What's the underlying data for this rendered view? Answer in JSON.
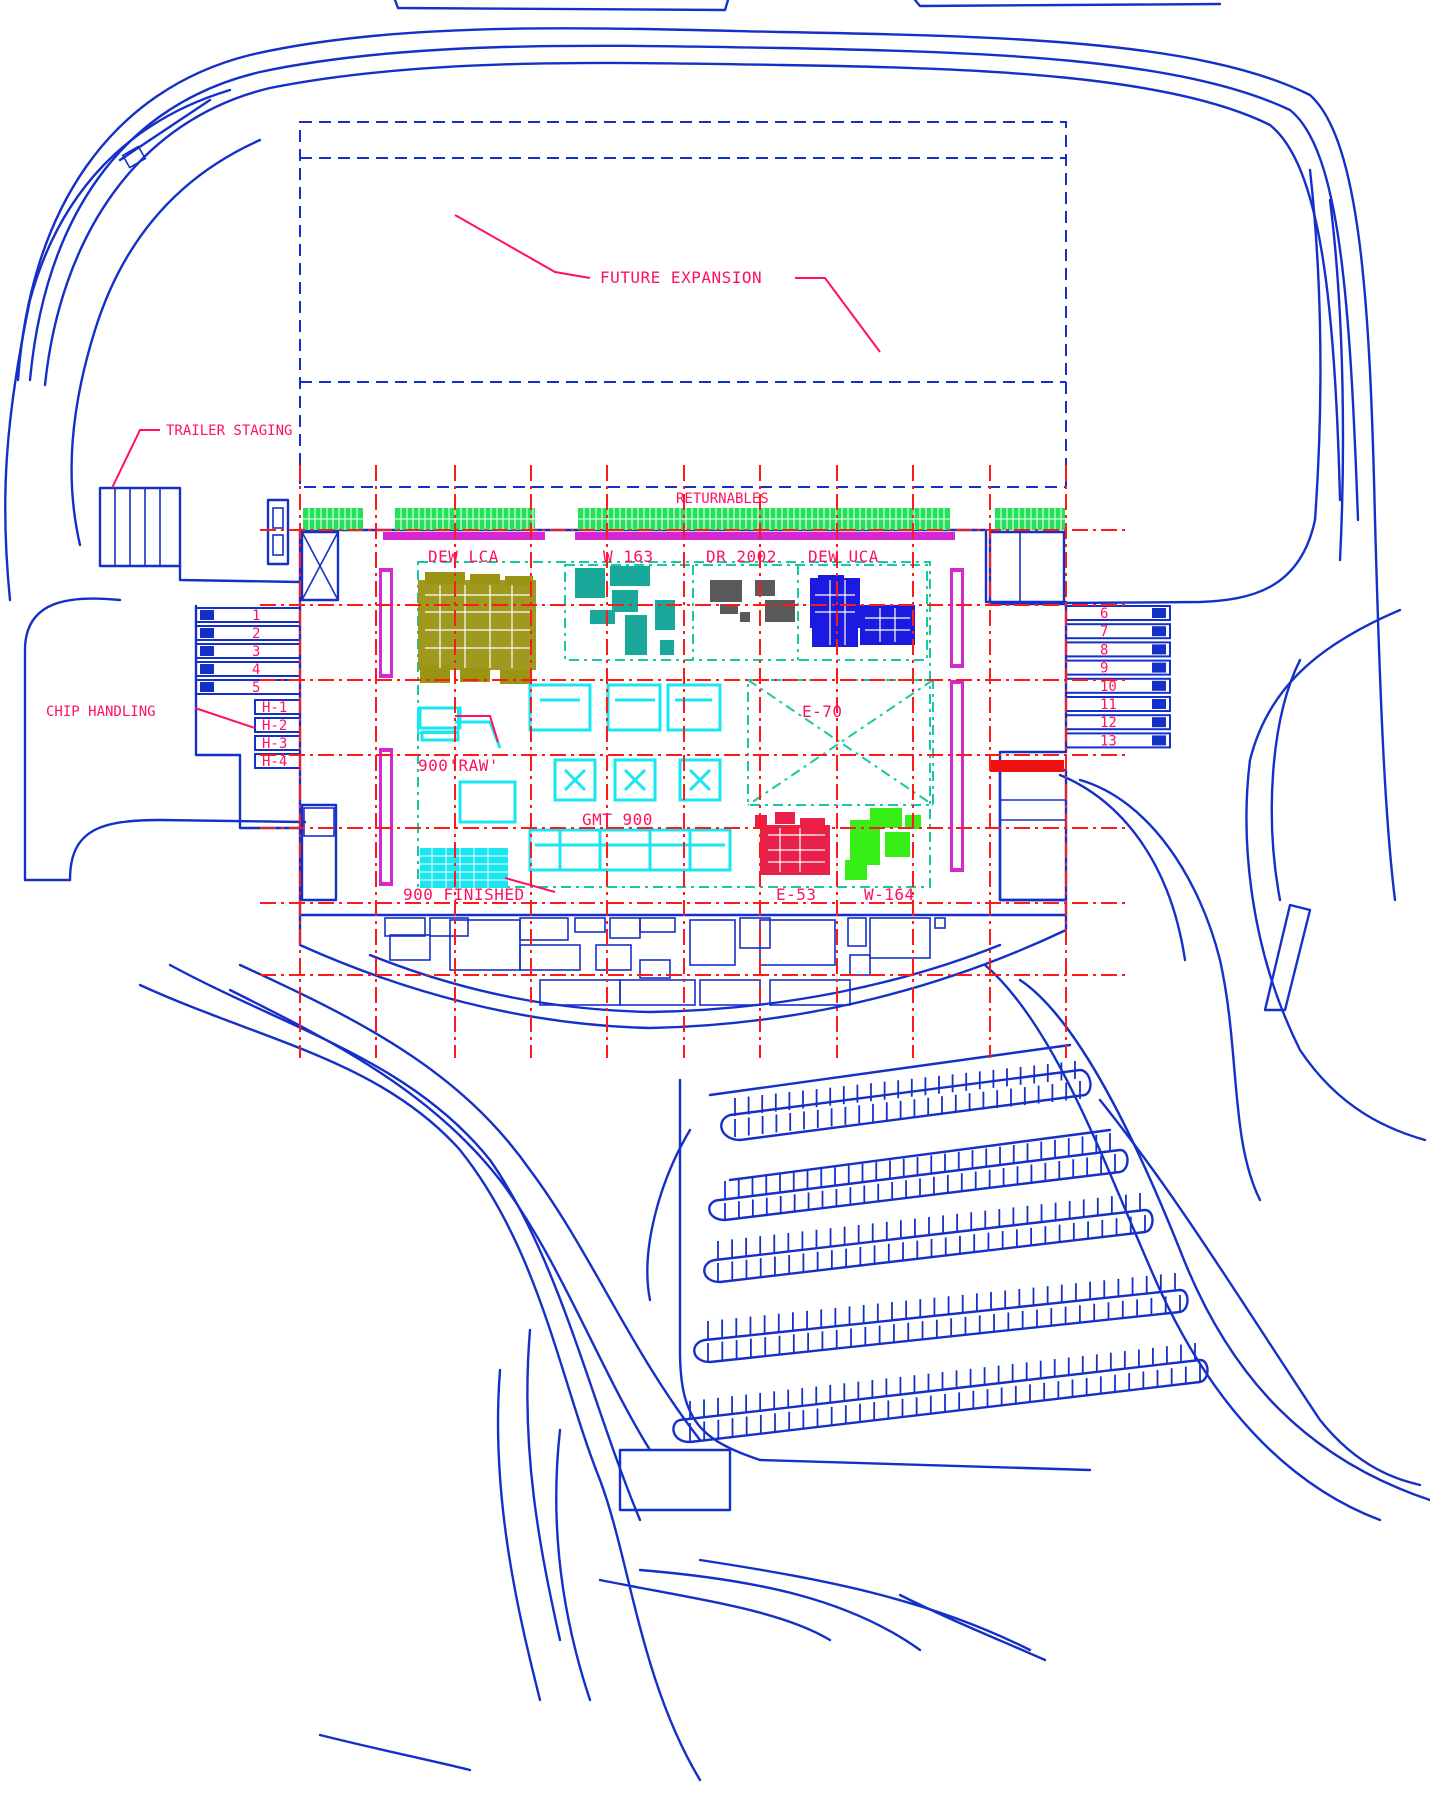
{
  "colors": {
    "site_lines": "#1530c8",
    "grid_lines": "#ff1a1a",
    "labels": "#ff1060",
    "dept_boundary": "#19c9a3",
    "returnables_racks": "#23e25a",
    "racking": "#d22ad0",
    "dew_lca": "#9b9413",
    "w163": "#1aa89a",
    "dr2002": "#5a5a5a",
    "dew_uca": "#1a1ae0",
    "gmt900": "#19e6f0",
    "e53": "#e8204a",
    "w164": "#38ee17",
    "red_bar": "#ee1111"
  },
  "labels": {
    "future_expansion": "FUTURE EXPANSION",
    "trailer_staging": "TRAILER STAGING",
    "chip_handling": "CHIP HANDLING",
    "returnables": "RETURNABLES",
    "dew_lca": "DEW LCA",
    "w163": "W 163",
    "dr2002": "DR 2002",
    "dew_uca": "DEW UCA",
    "e70": "E-70",
    "raw900": "900'RAW'",
    "gmt900": "GMT 900",
    "finished900": "900 FINISHED",
    "e53": "E-53",
    "w164": "W-164"
  },
  "docks_left": [
    "1",
    "2",
    "3",
    "4",
    "5"
  ],
  "docks_right": [
    "6",
    "7",
    "8",
    "9",
    "10",
    "11",
    "12",
    "13"
  ],
  "chip_bays": [
    "H-1",
    "H-2",
    "H-3",
    "H-4"
  ],
  "icons": {
    "dock_door": "dock-door-icon",
    "parking_stall": "parking-stall-icon",
    "equipment": "machine-footprint-icon"
  }
}
